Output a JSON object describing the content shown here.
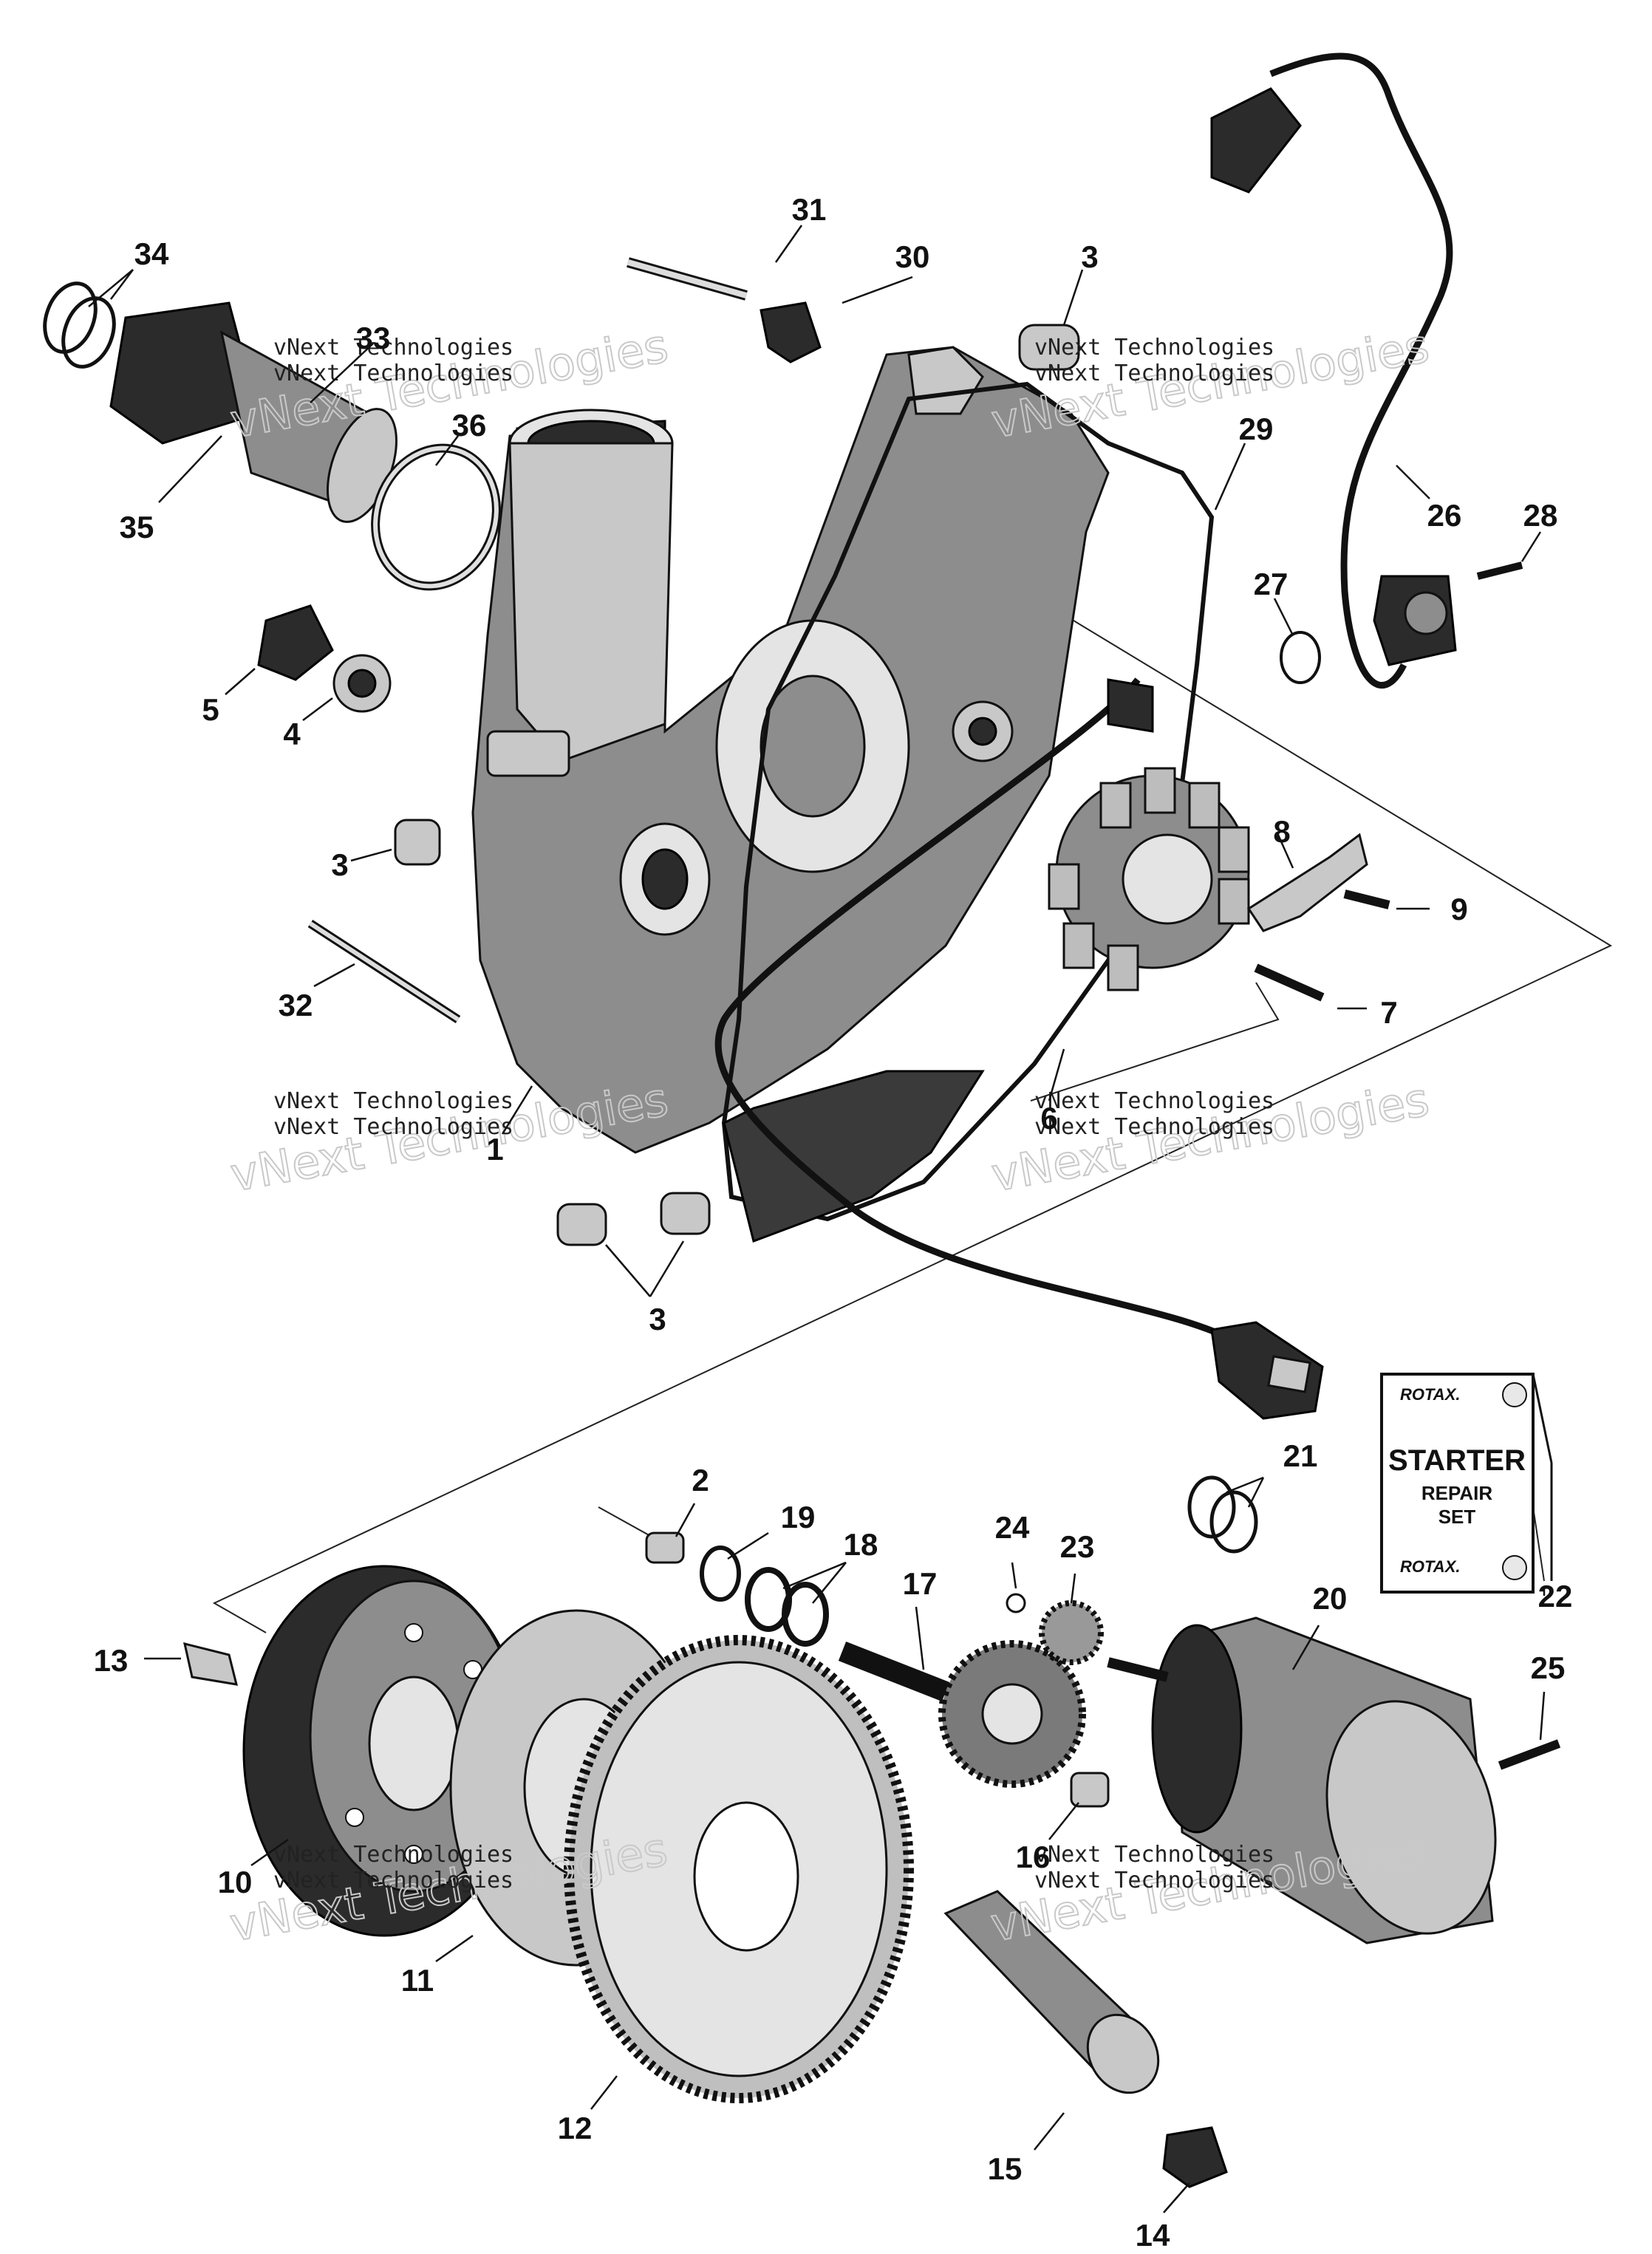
{
  "callouts": [
    {
      "id": "c34",
      "text": "34"
    },
    {
      "id": "c33",
      "text": "33"
    },
    {
      "id": "c35",
      "text": "35"
    },
    {
      "id": "c36",
      "text": "36"
    },
    {
      "id": "c31",
      "text": "31"
    },
    {
      "id": "c30",
      "text": "30"
    },
    {
      "id": "c3a",
      "text": "3"
    },
    {
      "id": "c29",
      "text": "29"
    },
    {
      "id": "c26",
      "text": "26"
    },
    {
      "id": "c28",
      "text": "28"
    },
    {
      "id": "c27",
      "text": "27"
    },
    {
      "id": "c5",
      "text": "5"
    },
    {
      "id": "c4",
      "text": "4"
    },
    {
      "id": "c3b",
      "text": "3"
    },
    {
      "id": "c8",
      "text": "8"
    },
    {
      "id": "c9",
      "text": "9"
    },
    {
      "id": "c32",
      "text": "32"
    },
    {
      "id": "c7",
      "text": "7"
    },
    {
      "id": "c1",
      "text": "1"
    },
    {
      "id": "c6",
      "text": "6"
    },
    {
      "id": "c3c",
      "text": "3"
    },
    {
      "id": "c2",
      "text": "2"
    },
    {
      "id": "c19",
      "text": "19"
    },
    {
      "id": "c18",
      "text": "18"
    },
    {
      "id": "c21",
      "text": "21"
    },
    {
      "id": "c24",
      "text": "24"
    },
    {
      "id": "c23",
      "text": "23"
    },
    {
      "id": "c17",
      "text": "17"
    },
    {
      "id": "c20",
      "text": "20"
    },
    {
      "id": "c22",
      "text": "22"
    },
    {
      "id": "c13",
      "text": "13"
    },
    {
      "id": "c25",
      "text": "25"
    },
    {
      "id": "c16",
      "text": "16"
    },
    {
      "id": "c10",
      "text": "10"
    },
    {
      "id": "c11",
      "text": "11"
    },
    {
      "id": "c12",
      "text": "12"
    },
    {
      "id": "c15",
      "text": "15"
    },
    {
      "id": "c14",
      "text": "14"
    }
  ],
  "watermark": {
    "small": "vNext Technologies",
    "big": "vNext Technologies"
  },
  "repair_label": {
    "brand_top": "ROTAX.",
    "line1": "STARTER",
    "line2": "REPAIR",
    "line3": "SET",
    "brand_bottom": "ROTAX."
  }
}
